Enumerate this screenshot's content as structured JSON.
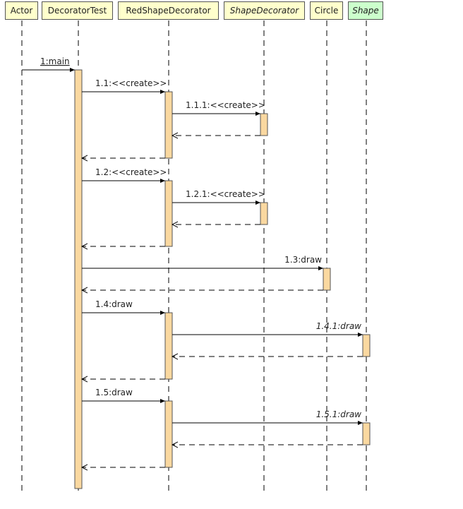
{
  "diagram": {
    "type": "sequence",
    "colors": {
      "head_fill": "#ffffcc",
      "head_fill_alt": "#ccffcc",
      "activation_fill": "#fad8a0",
      "line": "#000000",
      "border": "#555555"
    },
    "lifelines": [
      {
        "id": "actor",
        "label": "Actor",
        "italic": false,
        "fill": "#ffffcc"
      },
      {
        "id": "decoratortest",
        "label": "DecoratorTest",
        "italic": false,
        "fill": "#ffffcc"
      },
      {
        "id": "redshapedecorator",
        "label": "RedShapeDecorator",
        "italic": false,
        "fill": "#ffffcc"
      },
      {
        "id": "shapedecorator",
        "label": "ShapeDecorator",
        "italic": true,
        "fill": "#ffffcc"
      },
      {
        "id": "circle",
        "label": "Circle",
        "italic": false,
        "fill": "#ffffcc"
      },
      {
        "id": "shape",
        "label": "Shape",
        "italic": true,
        "fill": "#ccffcc"
      }
    ],
    "messages": [
      {
        "label": "1:main",
        "from": "actor",
        "to": "decoratortest",
        "kind": "call",
        "underline": true,
        "italic": false
      },
      {
        "label": "1.1:<<create>>",
        "from": "decoratortest",
        "to": "redshapedecorator",
        "kind": "call",
        "underline": false,
        "italic": false
      },
      {
        "label": "1.1.1:<<create>>",
        "from": "redshapedecorator",
        "to": "shapedecorator",
        "kind": "call",
        "underline": false,
        "italic": false
      },
      {
        "label": "",
        "from": "shapedecorator",
        "to": "redshapedecorator",
        "kind": "return"
      },
      {
        "label": "",
        "from": "redshapedecorator",
        "to": "decoratortest",
        "kind": "return"
      },
      {
        "label": "1.2:<<create>>",
        "from": "decoratortest",
        "to": "redshapedecorator",
        "kind": "call",
        "underline": false,
        "italic": false
      },
      {
        "label": "1.2.1:<<create>>",
        "from": "redshapedecorator",
        "to": "shapedecorator",
        "kind": "call",
        "underline": false,
        "italic": false
      },
      {
        "label": "",
        "from": "shapedecorator",
        "to": "redshapedecorator",
        "kind": "return"
      },
      {
        "label": "",
        "from": "redshapedecorator",
        "to": "decoratortest",
        "kind": "return"
      },
      {
        "label": "1.3:draw",
        "from": "decoratortest",
        "to": "circle",
        "kind": "call",
        "underline": false,
        "italic": false
      },
      {
        "label": "",
        "from": "circle",
        "to": "decoratortest",
        "kind": "return"
      },
      {
        "label": "1.4:draw",
        "from": "decoratortest",
        "to": "redshapedecorator",
        "kind": "call",
        "underline": false,
        "italic": false
      },
      {
        "label": "1.4.1:draw",
        "from": "redshapedecorator",
        "to": "shape",
        "kind": "call",
        "underline": false,
        "italic": true
      },
      {
        "label": "",
        "from": "shape",
        "to": "redshapedecorator",
        "kind": "return"
      },
      {
        "label": "",
        "from": "redshapedecorator",
        "to": "decoratortest",
        "kind": "return"
      },
      {
        "label": "1.5:draw",
        "from": "decoratortest",
        "to": "redshapedecorator",
        "kind": "call",
        "underline": false,
        "italic": false
      },
      {
        "label": "1.5.1:draw",
        "from": "redshapedecorator",
        "to": "shape",
        "kind": "call",
        "underline": false,
        "italic": true
      },
      {
        "label": "",
        "from": "shape",
        "to": "redshapedecorator",
        "kind": "return"
      },
      {
        "label": "",
        "from": "redshapedecorator",
        "to": "decoratortest",
        "kind": "return"
      }
    ]
  }
}
